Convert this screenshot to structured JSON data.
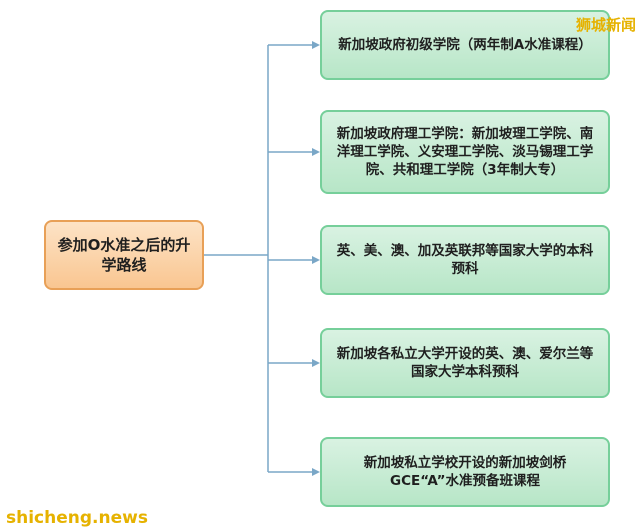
{
  "watermark": {
    "top_right": "狮城新闻",
    "bottom_left": "shicheng.news"
  },
  "diagram": {
    "root": "参加O水准之后的升学路线",
    "branches": [
      "新加坡政府初级学院（两年制A水准课程）",
      "新加坡政府理工学院：新加坡理工学院、南洋理工学院、义安理工学院、淡马锡理工学院、共和理工学院（3年制大专）",
      "英、美、澳、加及英联邦等国家大学的本科预科",
      "新加坡各私立大学开设的英、澳、爱尔兰等国家大学本科预科",
      "新加坡私立学校开设的新加坡剑桥GCE“A”水准预备班课程"
    ]
  },
  "colors": {
    "root_fill": "#f9c691",
    "root_border": "#e8a057",
    "leaf_fill": "#b7e6c7",
    "leaf_border": "#76cf9a",
    "connector": "#7aa7c7",
    "watermark": "#e6b200"
  }
}
